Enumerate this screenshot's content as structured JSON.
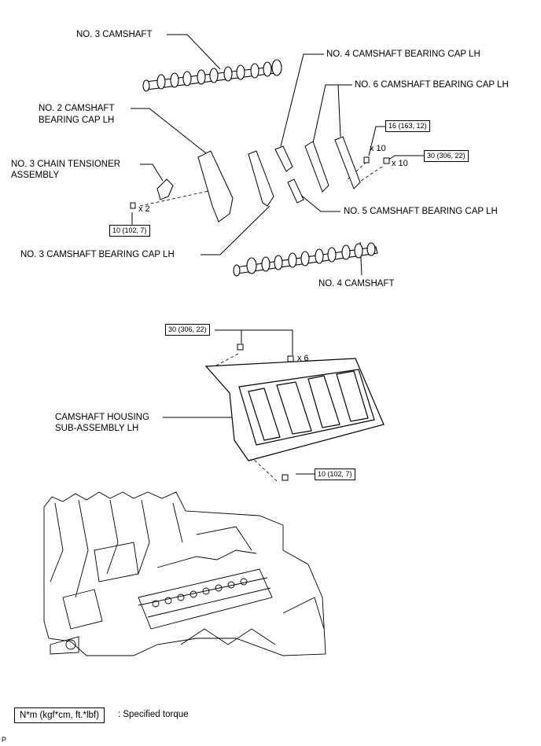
{
  "labels": {
    "no3_camshaft": "NO. 3 CAMSHAFT",
    "no4_bearing_cap": "NO. 4 CAMSHAFT BEARING CAP LH",
    "no6_bearing_cap": "NO. 6 CAMSHAFT BEARING CAP LH",
    "no2_bearing_cap_line1": "NO. 2 CAMSHAFT",
    "no2_bearing_cap_line2": "BEARING CAP LH",
    "no3_tensioner_line1": "NO. 3 CHAIN TENSIONER",
    "no3_tensioner_line2": "ASSEMBLY",
    "no5_bearing_cap": "NO. 5 CAMSHAFT BEARING CAP LH",
    "no3_bearing_cap": "NO. 3 CAMSHAFT BEARING CAP LH",
    "no4_camshaft": "NO. 4 CAMSHAFT",
    "housing_line1": "CAMSHAFT HOUSING",
    "housing_line2": "SUB-ASSEMBLY LH"
  },
  "torques": {
    "t1": "16 (163, 12)",
    "t2": "30 (306, 22)",
    "t3": "10 (102, 7)",
    "t4": "30 (306, 22)",
    "t5": "10 (102, 7)"
  },
  "quantities": {
    "q1": "x 10",
    "q2": "x 10",
    "q3": "x 2",
    "q4": "x 6"
  },
  "legend": {
    "box": "N*m (kgf*cm, ft.*lbf)",
    "text": ": Specified torque"
  },
  "page_mark": "P"
}
